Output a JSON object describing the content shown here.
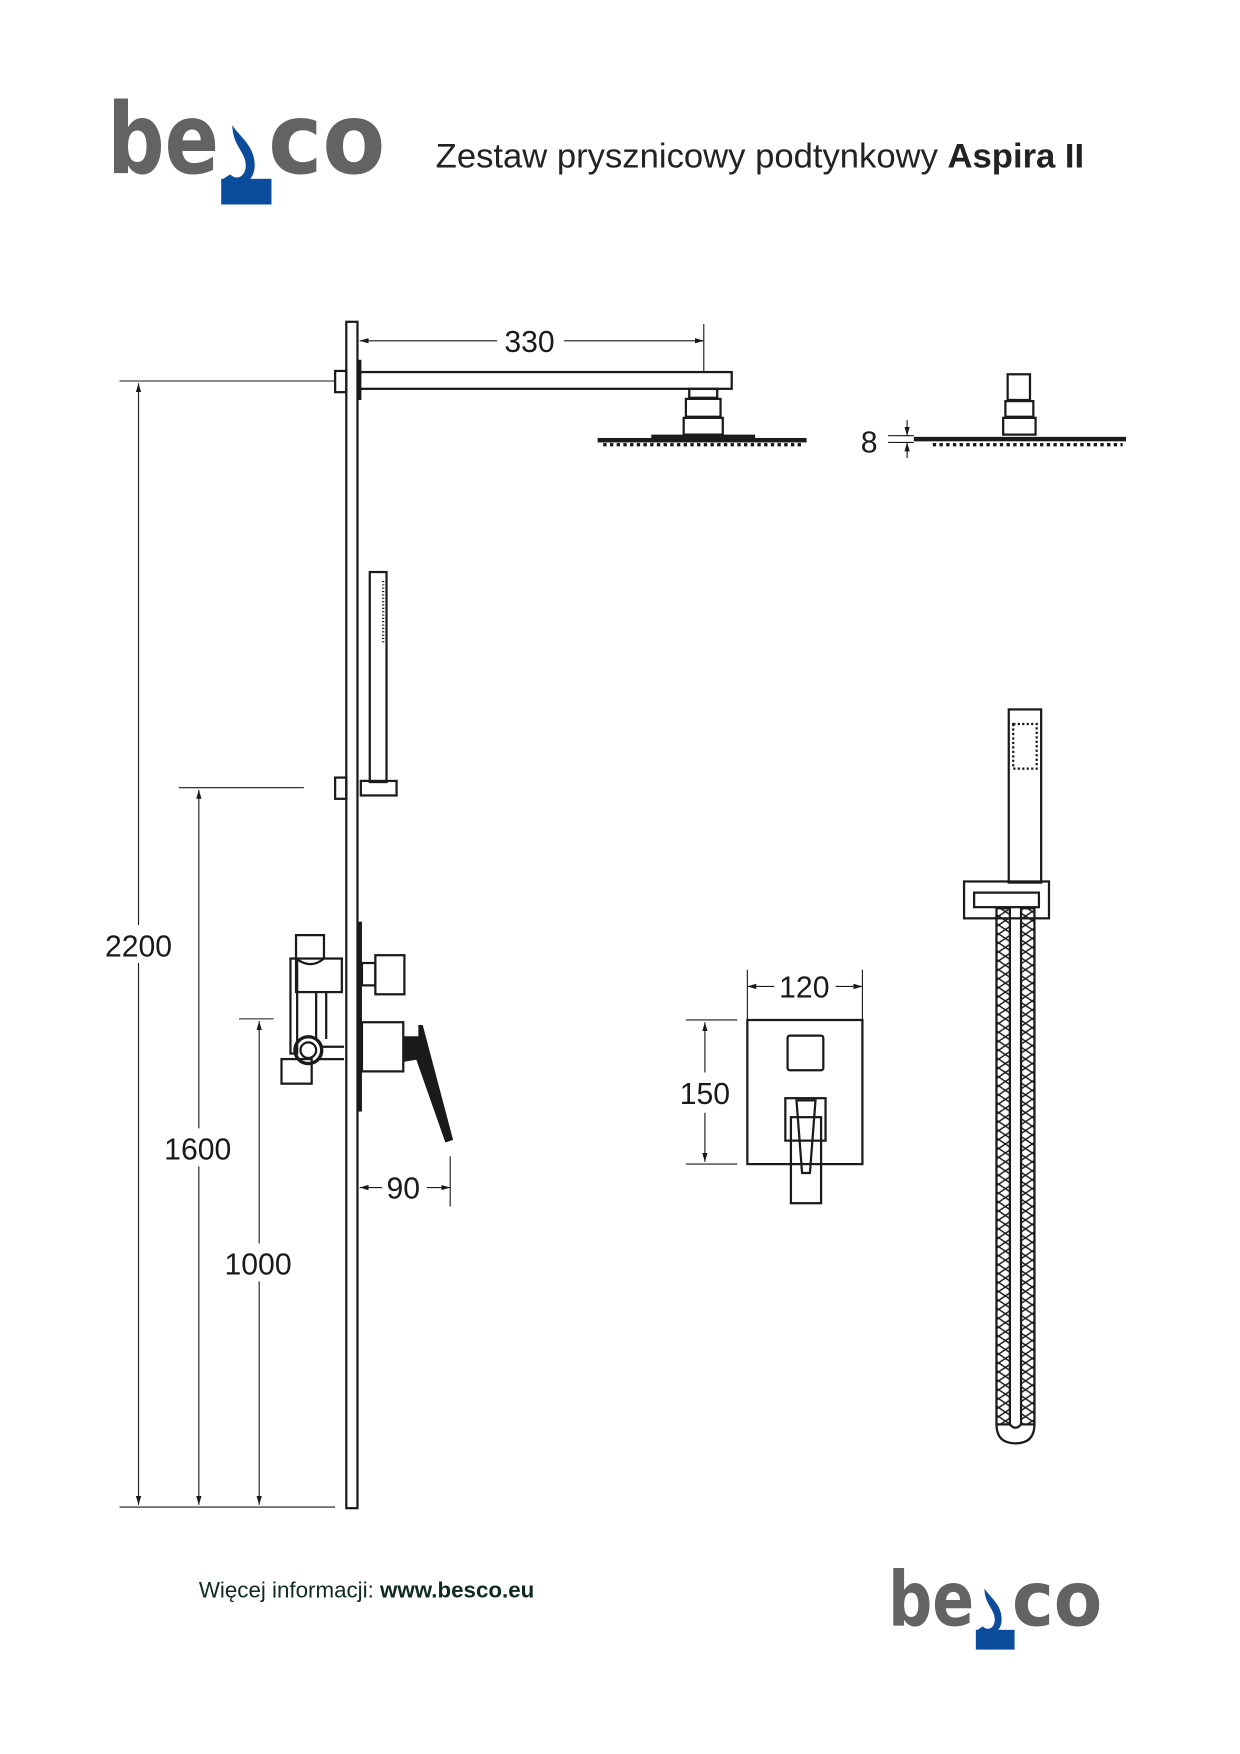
{
  "header": {
    "logo_text": "besco",
    "title_regular": "Zestaw prysznicowy podtynkowy",
    "title_bold": "Aspira II"
  },
  "drawing": {
    "dims": {
      "arm_length": "330",
      "head_thickness": "8",
      "total_height": "2200",
      "holder_height": "1600",
      "mixer_height": "1000",
      "mixer_depth": "90",
      "plate_width": "120",
      "plate_height": "150"
    }
  },
  "footer": {
    "info_label": "Więcej informacji:",
    "info_link": "www.besco.eu",
    "logo_text": "besco"
  },
  "colors": {
    "logo_grey": "#636363",
    "logo_blue": "#0b4c9c"
  }
}
